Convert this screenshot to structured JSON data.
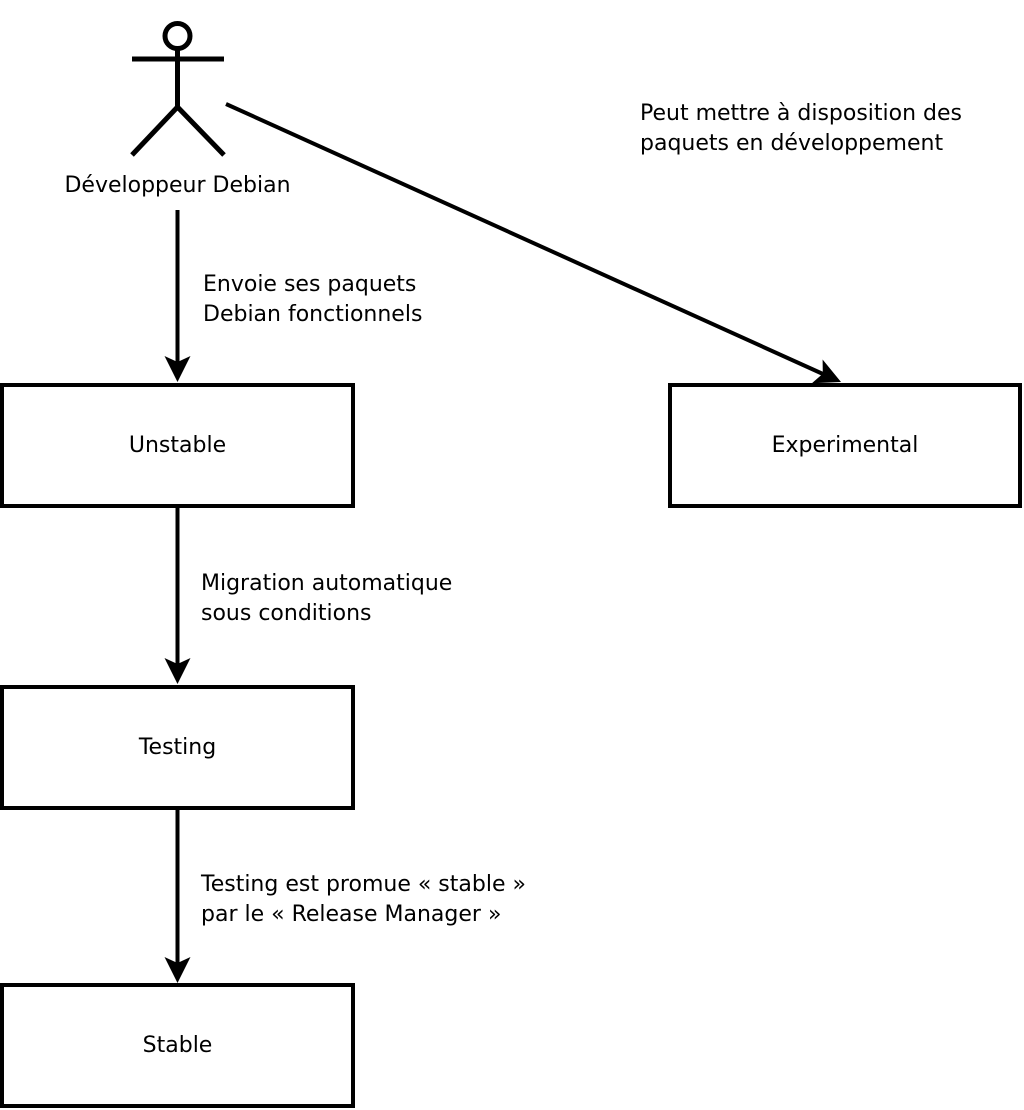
{
  "colors": {
    "ink": "#000000",
    "background": "#ffffff"
  },
  "actor": {
    "label": "Développeur Debian"
  },
  "boxes": {
    "unstable": {
      "label": "Unstable"
    },
    "experimental": {
      "label": "Experimental"
    },
    "testing": {
      "label": "Testing"
    },
    "stable": {
      "label": "Stable"
    }
  },
  "edge_labels": {
    "dev_to_experimental": {
      "line1": "Peut mettre à disposition des",
      "line2": "paquets en développement"
    },
    "dev_to_unstable": {
      "line1": "Envoie ses paquets",
      "line2": "Debian fonctionnels"
    },
    "unstable_to_testing": {
      "line1": "Migration automatique",
      "line2": "sous conditions"
    },
    "testing_to_stable": {
      "line1": "Testing est promue « stable »",
      "line2": "par le « Release Manager »"
    }
  }
}
